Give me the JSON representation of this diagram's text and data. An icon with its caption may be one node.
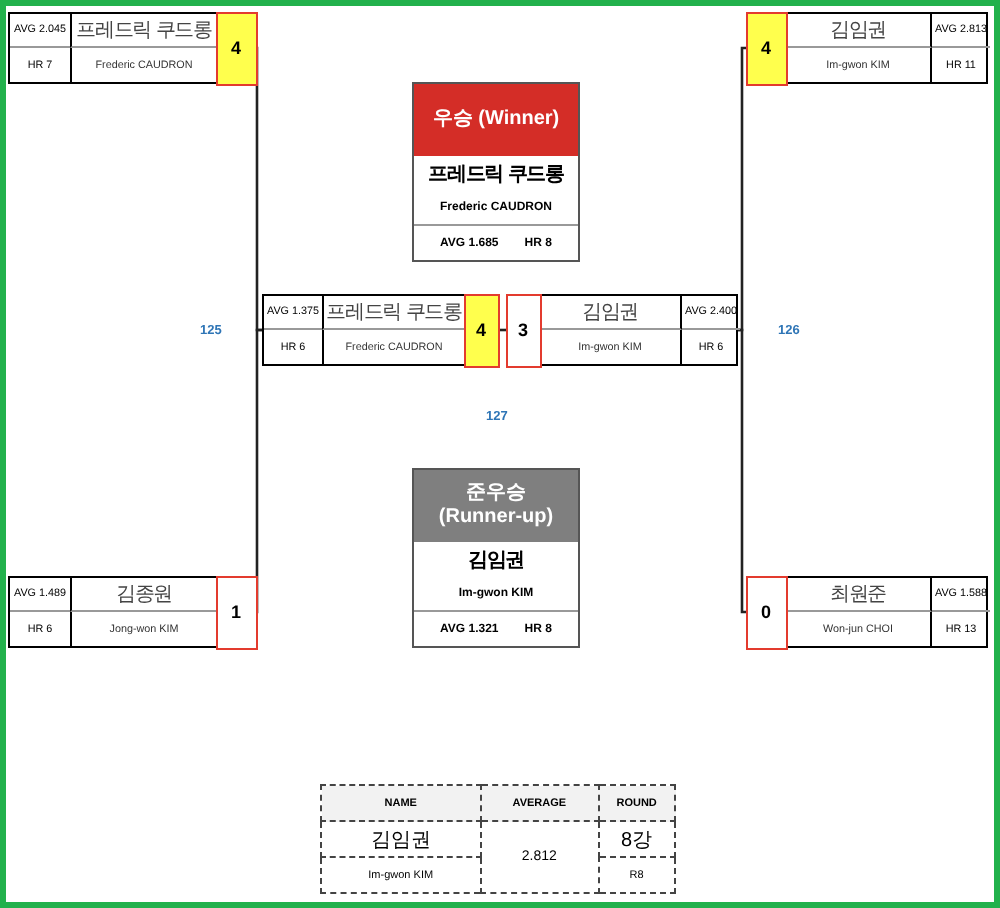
{
  "diagram": {
    "nodes": [
      {
        "text": [
          "AVG 2.045",
          "프레드릭 쿠드롱",
          "HR 7",
          "Frederic CAUDRON",
          "4"
        ]
      },
      {
        "text": [
          "AVG 1.489",
          "김종원",
          "HR 6",
          "Jong-won KIM",
          "1"
        ]
      },
      {
        "text": [
          "AVG 1.375",
          "프레드릭 쿠드롱",
          "HR 6",
          "Frederic CAUDRON",
          "4"
        ]
      },
      {
        "text": [
          "AVG 2.400",
          "김임권",
          "HR 6",
          "Im-gwon KIM",
          "3"
        ]
      },
      {
        "text": [
          "AVG 2.813",
          "김임권",
          "HR 11",
          "Im-gwon KIM",
          "4"
        ]
      },
      {
        "text": [
          "AVG 1.588",
          "최원준",
          "HR 13",
          "Won-jun CHOI",
          "0"
        ]
      },
      {
        "text": [
          "우승 (Winner)",
          "프레드릭 쿠드롱",
          "Frederic CAUDRON",
          "AVG 1.685",
          "HR 8"
        ]
      },
      {
        "text": [
          "준우승 (Runner-up)",
          "김임권",
          "Im-gwon KIM",
          "AVG 1.321",
          "HR 8"
        ]
      }
    ],
    "edges": [
      {
        "from": 0,
        "to": 2,
        "arrow": "none"
      },
      {
        "from": 1,
        "to": 2,
        "arrow": "none"
      },
      {
        "from": 2,
        "to": 3,
        "arrow": "none"
      },
      {
        "from": 4,
        "to": 3,
        "arrow": "none"
      },
      {
        "from": 5,
        "to": 3,
        "arrow": "none"
      }
    ],
    "labels": [
      "125",
      "126",
      "127",
      "NAME",
      "AVERAGE",
      "ROUND",
      "김임권",
      "2.812",
      "8강",
      "Im-gwon KIM",
      "R8"
    ]
  }
}
